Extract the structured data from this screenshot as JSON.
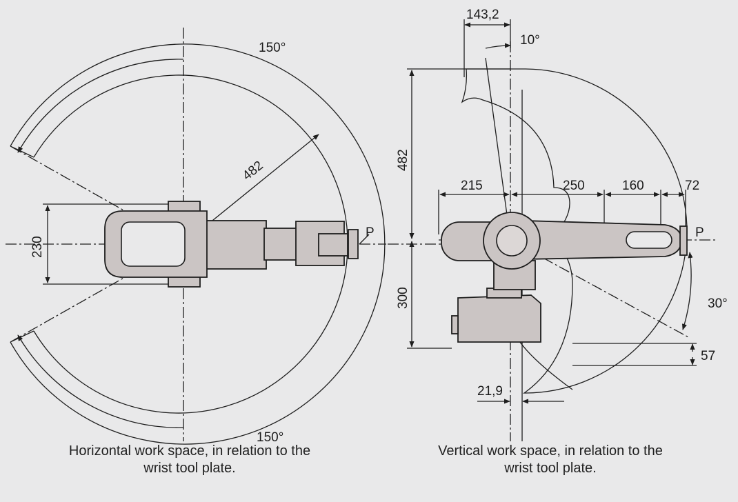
{
  "horizontal_view": {
    "angle_top": "150°",
    "angle_bottom": "150°",
    "radius": "482",
    "width": "230",
    "point": "P",
    "caption_line1": "Horizontal work space, in relation to the",
    "caption_line2": "wrist tool plate."
  },
  "vertical_view": {
    "offset_top": "143,2",
    "angle_top": "10°",
    "height_up": "482",
    "height_down": "300",
    "d215": "215",
    "d250": "250",
    "d160": "160",
    "d72": "72",
    "point": "P",
    "angle_side": "30°",
    "d57": "57",
    "d21_9": "21,9",
    "caption_line1": "Vertical work space, in relation to the",
    "caption_line2": "wrist tool plate."
  }
}
